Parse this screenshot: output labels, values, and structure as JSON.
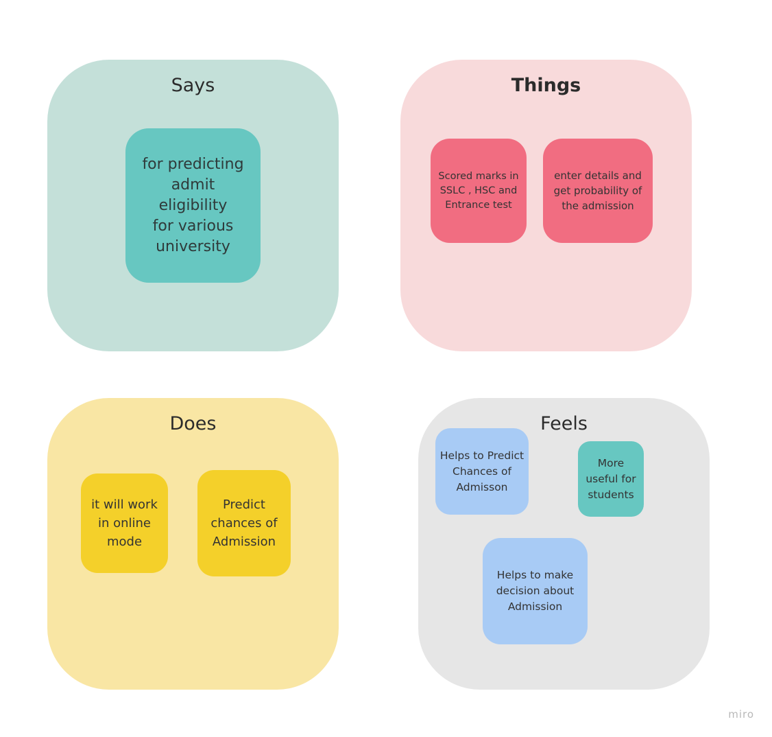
{
  "quadrants": {
    "says": {
      "title": "Says",
      "color": "#c4e0d9",
      "notes": [
        {
          "text": "for predicting\nadmit eligibility\nfor various\nuniversity",
          "color": "#67c7c1"
        }
      ]
    },
    "things": {
      "title": "Things",
      "color": "#f8dadb",
      "notes": [
        {
          "text": "Scored marks in\nSSLC , HSC and\nEntrance test",
          "color": "#f16d81"
        },
        {
          "text": "enter details and\nget probability of\nthe admission",
          "color": "#f16d81"
        }
      ]
    },
    "does": {
      "title": "Does",
      "color": "#f9e6a4",
      "notes": [
        {
          "text": "it will work\nin online\nmode",
          "color": "#f4d02a"
        },
        {
          "text": "Predict\nchances of\nAdmission",
          "color": "#f4d02a"
        }
      ]
    },
    "feels": {
      "title": "Feels",
      "color": "#e6e6e6",
      "notes": [
        {
          "text": "Helps to Predict\nChances of\nAdmisson",
          "color": "#a8cbf5"
        },
        {
          "text": "More\nuseful for\nstudents",
          "color": "#67c7c1"
        },
        {
          "text": "Helps to make\ndecision about\nAdmission",
          "color": "#a8cbf5"
        }
      ]
    }
  },
  "watermark": "miro"
}
